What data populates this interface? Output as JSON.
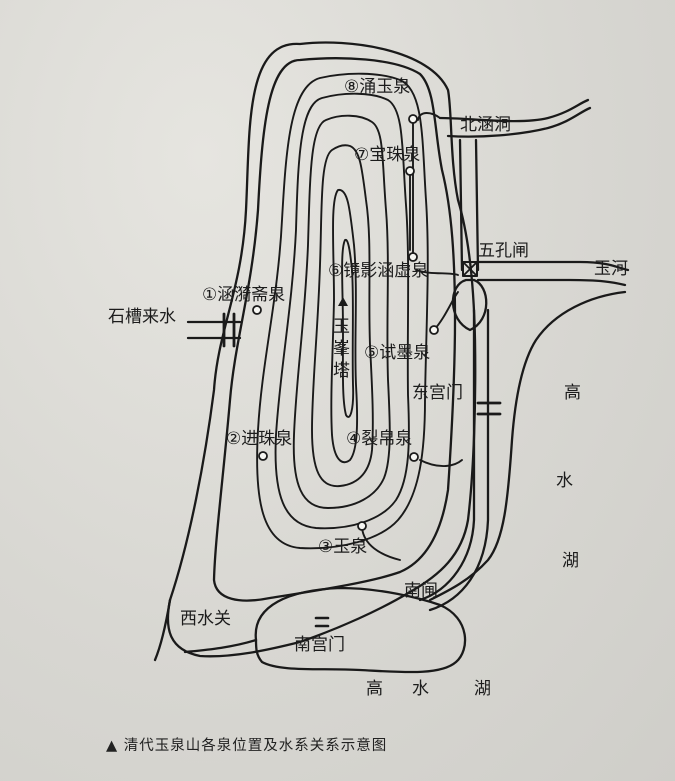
{
  "map": {
    "springs": [
      {
        "id": "spring-1",
        "num": "①",
        "name": "涵漪斋泉"
      },
      {
        "id": "spring-2",
        "num": "②",
        "name": "进珠泉"
      },
      {
        "id": "spring-3",
        "num": "③",
        "name": "玉泉"
      },
      {
        "id": "spring-4",
        "num": "④",
        "name": "裂帛泉"
      },
      {
        "id": "spring-5",
        "num": "⑤",
        "name": "试墨泉"
      },
      {
        "id": "spring-6",
        "num": "⑥",
        "name": "镜影涵虚泉"
      },
      {
        "id": "spring-7",
        "num": "⑦",
        "name": "宝珠泉"
      },
      {
        "id": "spring-8",
        "num": "⑧",
        "name": "涌玉泉"
      }
    ],
    "pagoda_lines": [
      "玉",
      "峯",
      "塔"
    ],
    "labels": {
      "beihan": "北涵洞",
      "wukong": "五孔闸",
      "yuhe": "玉河",
      "shicao": "石槽来水",
      "donggong": "东宫门",
      "xishui": "西水关",
      "nanzha": "南闸",
      "nangong": "南宫门",
      "gaoshuihu_bottom": [
        "高",
        "水",
        "湖"
      ],
      "gaoshuihu_right": [
        "高",
        "水",
        "湖"
      ]
    }
  },
  "caption": "▲ 清代玉泉山各泉位置及水系关系示意图"
}
